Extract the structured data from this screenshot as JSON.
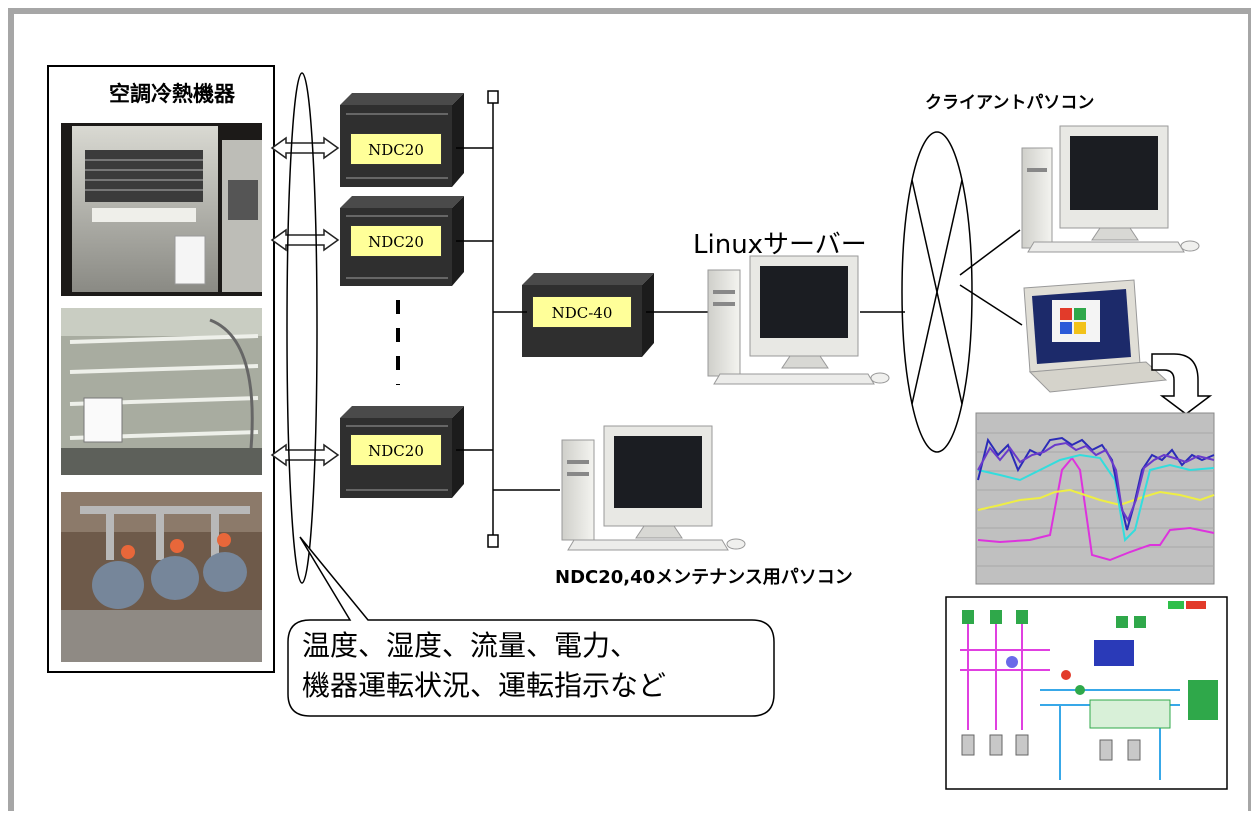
{
  "equipment": {
    "title": "空調冷熱機器"
  },
  "controllers": {
    "ndc_top": "NDC20",
    "ndc_mid": "NDC20",
    "ndc_bottom": "NDC20",
    "ndc40": "NDC-40"
  },
  "server": {
    "label": "Linuxサーバー"
  },
  "clients": {
    "label": "クライアントパソコン"
  },
  "maintenance": {
    "label": "NDC20,40メンテナンス用パソコン"
  },
  "callout": {
    "line1": "温度、湿度、流量、電力、",
    "line2": "機器運転状況、運転指示など"
  },
  "colors": {
    "ndc_label_fill": "#ffff99",
    "frame_gray": "#a6a6a6",
    "trend_navy": "#2b2bb8",
    "trend_cyan": "#33dddd",
    "trend_yellow": "#eeee44",
    "trend_magenta": "#dd33dd"
  },
  "icons": [
    "double-arrow-icon",
    "desktop-pc-icon",
    "laptop-icon",
    "down-arrow-icon",
    "network-hub-icon"
  ]
}
